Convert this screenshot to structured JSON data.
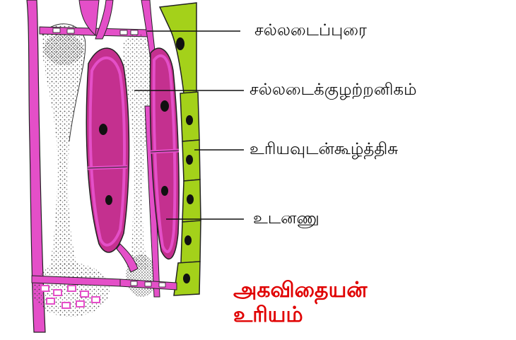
{
  "labels": {
    "sieve_plate": "சல்லடைப்புரை",
    "sieve_tube": "சல்லடைக்குழற்றனிகம்",
    "phloem_parenchyma": "உரியவுடன்கூழ்த்திசு",
    "companion_cell": "உடனணு"
  },
  "title": {
    "line1": "அகவிதையன்",
    "line2": "உரியம்"
  },
  "colors": {
    "cell_wall": "#e44fc8",
    "cytoplasm": "#c4308f",
    "parenchyma": "#a4d11a",
    "nucleus": "#111111",
    "title": "#e00000"
  }
}
